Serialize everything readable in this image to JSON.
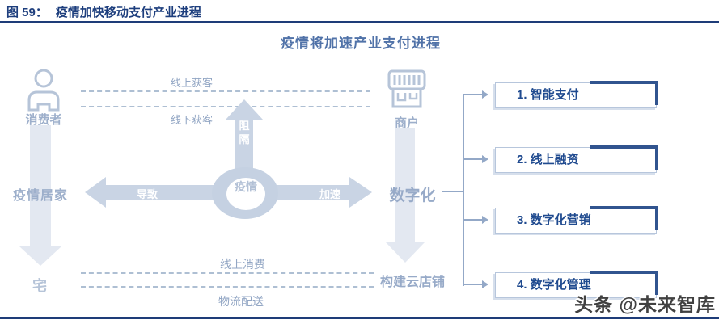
{
  "header": {
    "figure_label": "图 59：",
    "figure_title": "疫情加快移动支付产业进程"
  },
  "diagram": {
    "title": "疫情将加速产业支付进程",
    "left": {
      "consumer_label": "消费者",
      "stay_home_label": "疫情居家",
      "home_label": "宅"
    },
    "top_flow": {
      "online_acquisition": "线上获客",
      "offline_acquisition": "线下获客"
    },
    "center": {
      "epidemic_label": "疫情",
      "block_label": "阻隔",
      "cause_label": "导致",
      "accelerate_label": "加速"
    },
    "right": {
      "merchant_label": "商户",
      "digitalization_label": "数字化",
      "cloud_store_label": "构建云店铺"
    },
    "bottom_flow": {
      "online_consumption": "线上消费",
      "logistics_label": "物流配送"
    },
    "outcomes": [
      {
        "label": "1. 智能支付"
      },
      {
        "label": "2. 线上融资"
      },
      {
        "label": "3. 数字化营销"
      },
      {
        "label": "4. 数字化管理"
      }
    ]
  },
  "watermark": {
    "text": "头条 @未来智库"
  },
  "colors": {
    "header_navy": "#1d3e7d",
    "divider_navy": "#1e3c78",
    "diagram_title_blue": "#5072a8",
    "shape_light_blue": "#c9d4e4",
    "band_light": "#e3e8f1",
    "label_gray_blue": "#9dafcb",
    "box_text_blue": "#1f4a8f",
    "box_accent_blue": "#31548f",
    "connector_blue": "#93a8c7",
    "watermark_gray": "#414141"
  }
}
